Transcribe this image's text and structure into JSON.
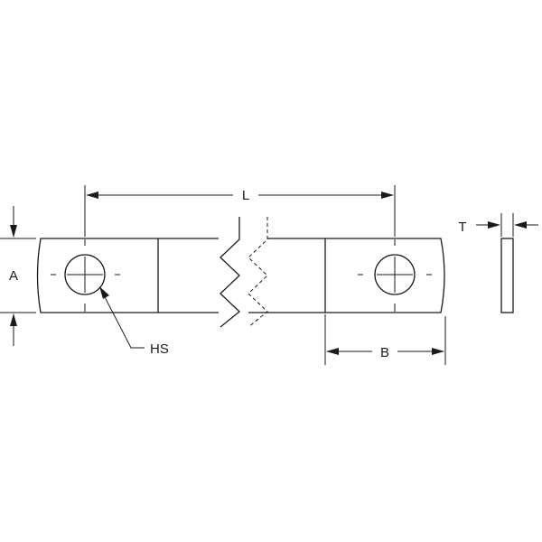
{
  "labels": {
    "length": "L",
    "width": "A",
    "thickness": "T",
    "end_length": "B",
    "hole_size": "HS"
  }
}
